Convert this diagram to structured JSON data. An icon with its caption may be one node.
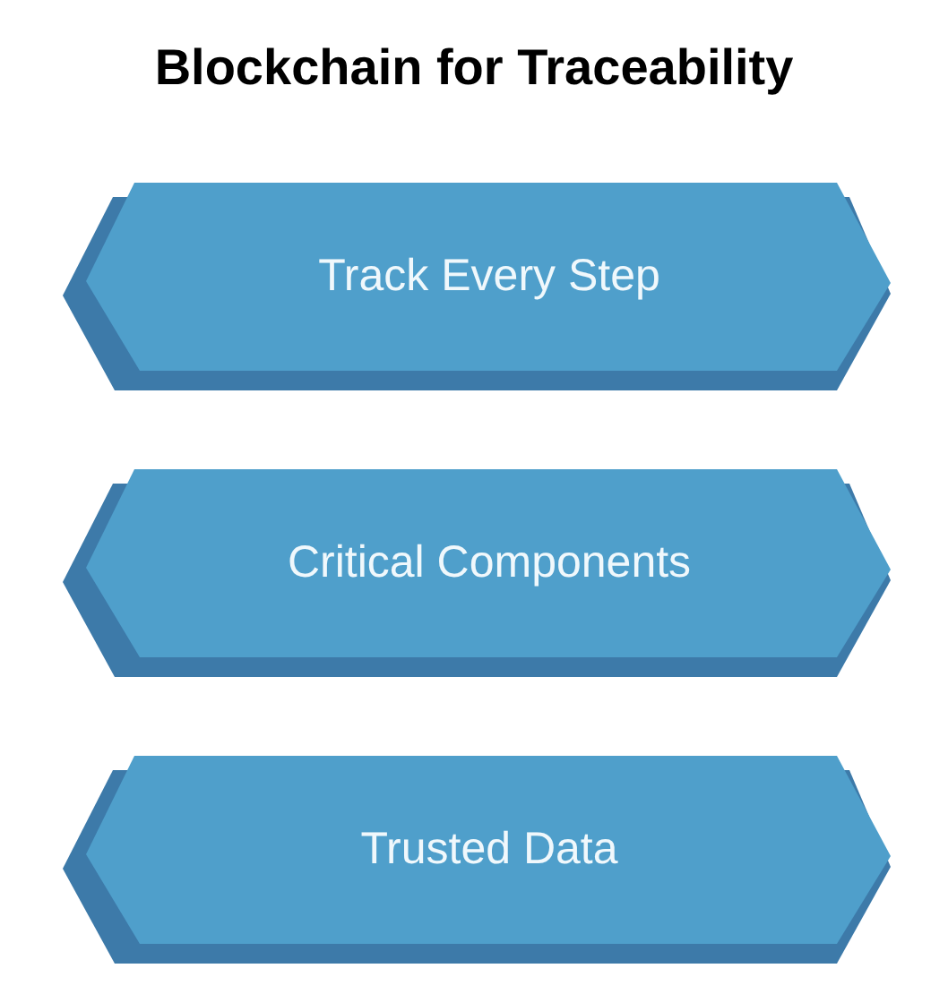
{
  "diagram": {
    "title": "Blockchain for Traceability",
    "nodes": [
      {
        "text": [
          "Track Every Step"
        ]
      },
      {
        "text": [
          "Critical Components"
        ]
      },
      {
        "text": [
          "Trusted Data"
        ]
      }
    ]
  }
}
